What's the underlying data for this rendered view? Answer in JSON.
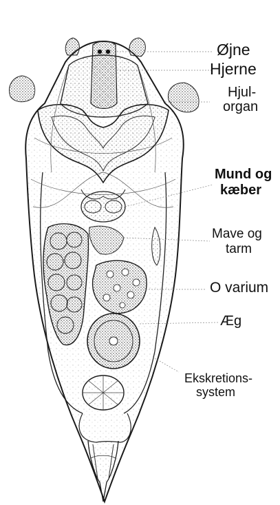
{
  "labels": {
    "ojne": "Øjne",
    "hjerne": "Hjerne",
    "hjulorgan_line1": "Hjul-",
    "hjulorgan_line2": "organ",
    "mund_line1": "Mund og",
    "mund_line2": "kæber",
    "mave_line1": "Mave og",
    "mave_line2": "tarm",
    "ovarium": "O varium",
    "aeg": "Æg",
    "ekskretion_line1": "Ekskretions-",
    "ekskretion_line2": "system"
  },
  "colors": {
    "ink": "#1a1a1a",
    "stipple": "#6b6b6b",
    "paper": "#ffffff"
  }
}
